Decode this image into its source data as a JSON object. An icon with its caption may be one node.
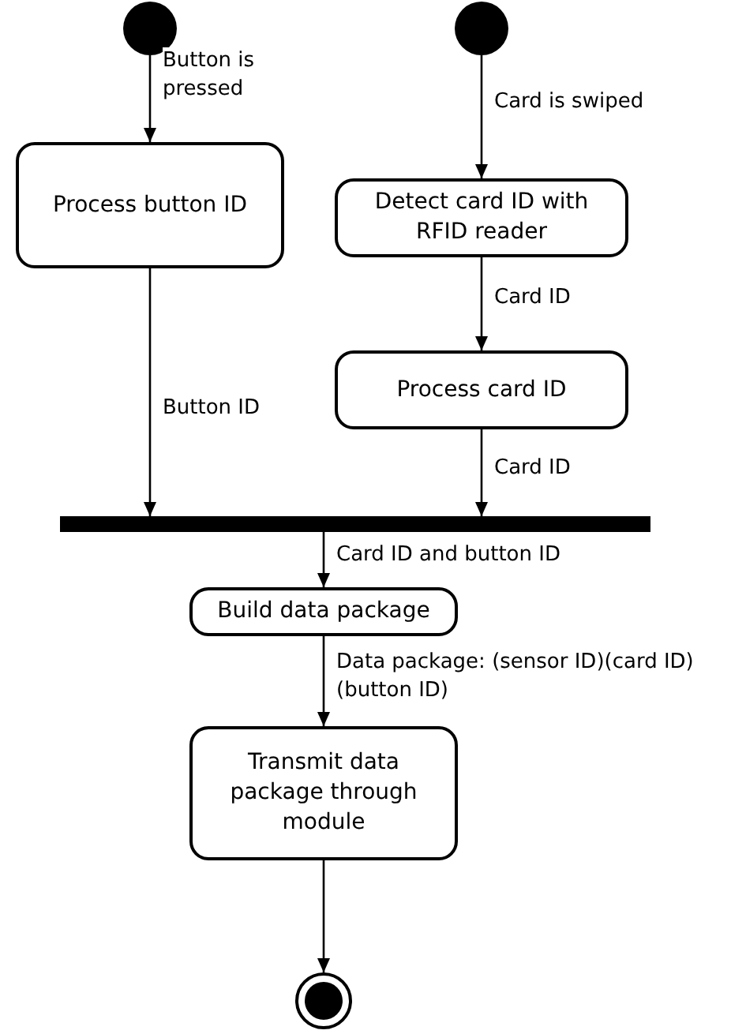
{
  "diagram": {
    "nodes": [
      {
        "text": [],
        "shape": "circle"
      },
      {
        "text": [],
        "shape": "circle"
      },
      {
        "text": [
          "Process button ID"
        ]
      },
      {
        "text": [
          "Detect card ID with RFID reader"
        ]
      },
      {
        "text": [
          "Process card ID"
        ]
      },
      {
        "text": [],
        "shape": "bar"
      },
      {
        "text": [
          "Build data package"
        ]
      },
      {
        "text": [
          "Transmit data package through module"
        ]
      },
      {
        "text": [],
        "shape": "circle"
      }
    ],
    "edges": [
      {
        "from": 0,
        "to": 2,
        "arrow": "to",
        "label": "Button is pressed"
      },
      {
        "from": 1,
        "to": 3,
        "arrow": "to",
        "label": "Card is swiped"
      },
      {
        "from": 3,
        "to": 4,
        "arrow": "to",
        "label": "Card ID"
      },
      {
        "from": 2,
        "to": 5,
        "arrow": "to",
        "label": "Button ID"
      },
      {
        "from": 4,
        "to": 5,
        "arrow": "to",
        "label": "Card ID"
      },
      {
        "from": 5,
        "to": 6,
        "arrow": "to",
        "label": "Card ID and button ID"
      },
      {
        "from": 6,
        "to": 7,
        "arrow": "to",
        "label": "Data package: (sensor ID)(card ID)(button ID)"
      },
      {
        "from": 7,
        "to": 8,
        "arrow": "to"
      }
    ]
  }
}
